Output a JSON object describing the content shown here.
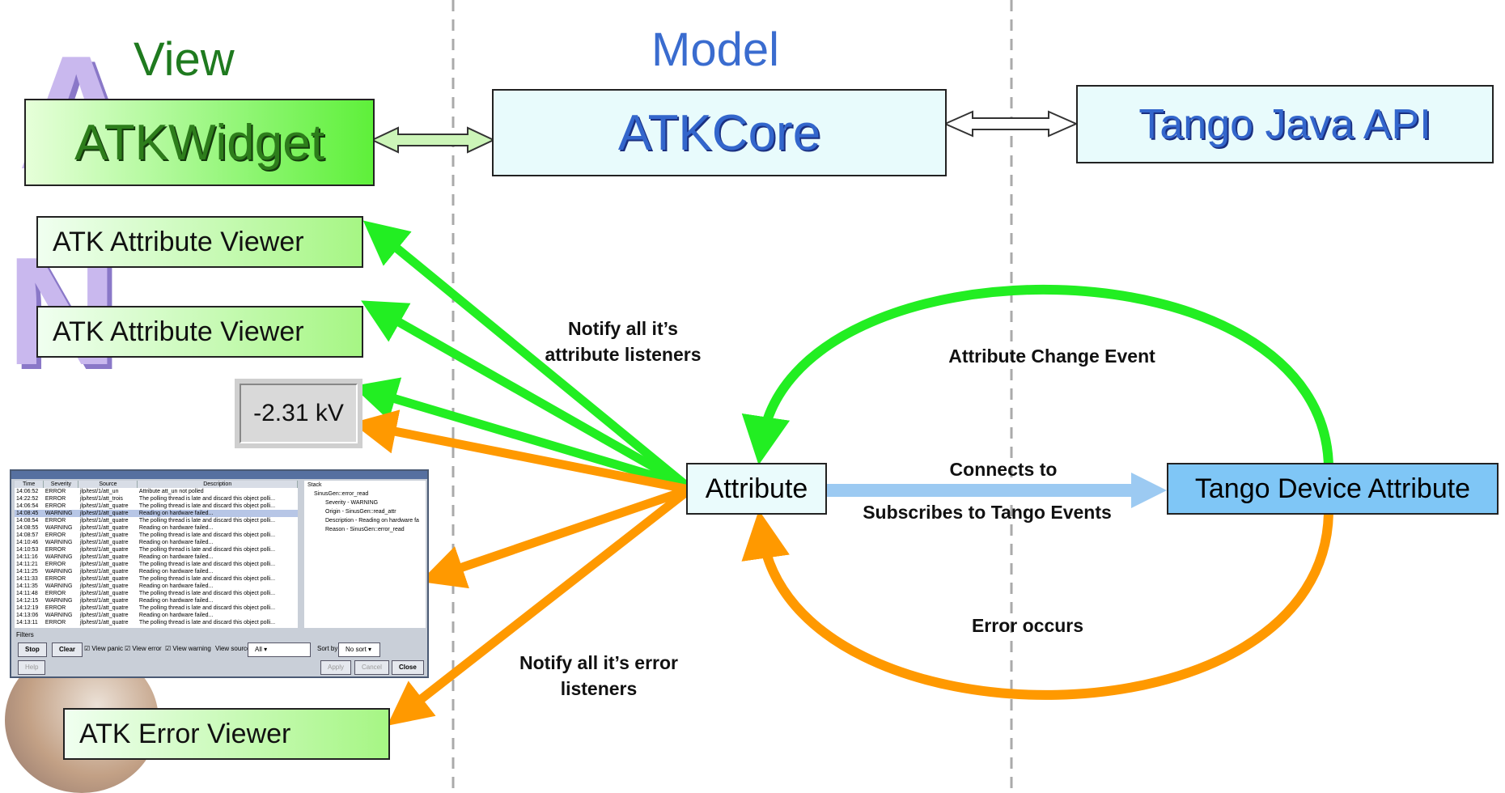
{
  "headings": {
    "view": "View",
    "model": "Model"
  },
  "boxes": {
    "atk_widget": "ATKWidget",
    "atk_core": "ATKCore",
    "tango_java_api": "Tango Java API",
    "attr_viewer_1": "ATK Attribute Viewer",
    "attr_viewer_2": "ATK Attribute Viewer",
    "error_viewer": "ATK Error Viewer",
    "attribute": "Attribute",
    "tango_device_attribute": "Tango Device Attribute"
  },
  "value_display": "-2.31 kV",
  "labels": {
    "notify_attr_1": "Notify  all  it’s",
    "notify_attr_2": "attribute  listeners",
    "notify_err_1": "Notify  all  it’s  error",
    "notify_err_2": "listeners",
    "attr_change_event": "Attribute Change Event",
    "connects_to": "Connects  to",
    "subscribes": "Subscribes to Tango Events",
    "error_occurs": "Error  occurs"
  },
  "colors": {
    "green_arrow": "#22ee22",
    "orange_arrow": "#ff9900",
    "blue_arrow": "#9ccaf2",
    "view_heading": "#1f7a1f",
    "model_heading": "#3a6ccf"
  },
  "error_window": {
    "columns": [
      "Time",
      "Severity",
      "Source",
      "Description"
    ],
    "rows": [
      [
        "14:06:52",
        "ERROR",
        "jlp/test/1/att_un",
        "Attribute att_un not polled"
      ],
      [
        "14:22:52",
        "ERROR",
        "jlp/test/1/att_trois",
        "The polling thread is late and discard this object polli..."
      ],
      [
        "14:06:54",
        "ERROR",
        "jlp/test/1/att_quatre",
        "The polling thread is late and discard this object polli..."
      ],
      [
        "14:08:45",
        "WARNING",
        "jlp/test/1/att_quatre",
        "Reading on hardware failed..."
      ],
      [
        "14:08:54",
        "ERROR",
        "jlp/test/1/att_quatre",
        "The polling thread is late and discard this object polli..."
      ],
      [
        "14:08:55",
        "WARNING",
        "jlp/test/1/att_quatre",
        "Reading on hardware failed..."
      ],
      [
        "14:08:57",
        "ERROR",
        "jlp/test/1/att_quatre",
        "The polling thread is late and discard this object polli..."
      ],
      [
        "14:10:46",
        "WARNING",
        "jlp/test/1/att_quatre",
        "Reading on hardware failed..."
      ],
      [
        "14:10:53",
        "ERROR",
        "jlp/test/1/att_quatre",
        "The polling thread is late and discard this object polli..."
      ],
      [
        "14:11:16",
        "WARNING",
        "jlp/test/1/att_quatre",
        "Reading on hardware failed..."
      ],
      [
        "14:11:21",
        "ERROR",
        "jlp/test/1/att_quatre",
        "The polling thread is late and discard this object polli..."
      ],
      [
        "14:11:25",
        "WARNING",
        "jlp/test/1/att_quatre",
        "Reading on hardware failed..."
      ],
      [
        "14:11:33",
        "ERROR",
        "jlp/test/1/att_quatre",
        "The polling thread is late and discard this object polli..."
      ],
      [
        "14:11:35",
        "WARNING",
        "jlp/test/1/att_quatre",
        "Reading on hardware failed..."
      ],
      [
        "14:11:48",
        "ERROR",
        "jlp/test/1/att_quatre",
        "The polling thread is late and discard this object polli..."
      ],
      [
        "14:12:15",
        "WARNING",
        "jlp/test/1/att_quatre",
        "Reading on hardware failed..."
      ],
      [
        "14:12:19",
        "ERROR",
        "jlp/test/1/att_quatre",
        "The polling thread is late and discard this object polli..."
      ],
      [
        "14:13:06",
        "WARNING",
        "jlp/test/1/att_quatre",
        "Reading on hardware failed..."
      ],
      [
        "14:13:11",
        "ERROR",
        "jlp/test/1/att_quatre",
        "The polling thread is late and discard this object polli..."
      ]
    ],
    "tree": [
      "Stack",
      "SinusGen::error_read",
      "Severity - WARNING",
      "Origin - SinusGen::read_attr",
      "Description - Reading on hardware fa",
      "Reason - SinusGen::error_read"
    ],
    "filters_label": "Filters",
    "stop": "Stop",
    "clear": "Clear",
    "view_panic": "View panic",
    "view_error": "View error",
    "view_warning": "View warning",
    "view_source": "View source",
    "source_value": "All",
    "sort_by": "Sort by",
    "sort_value": "No sort",
    "help": "Help",
    "apply": "Apply",
    "cancel": "Cancel",
    "close": "Close"
  }
}
